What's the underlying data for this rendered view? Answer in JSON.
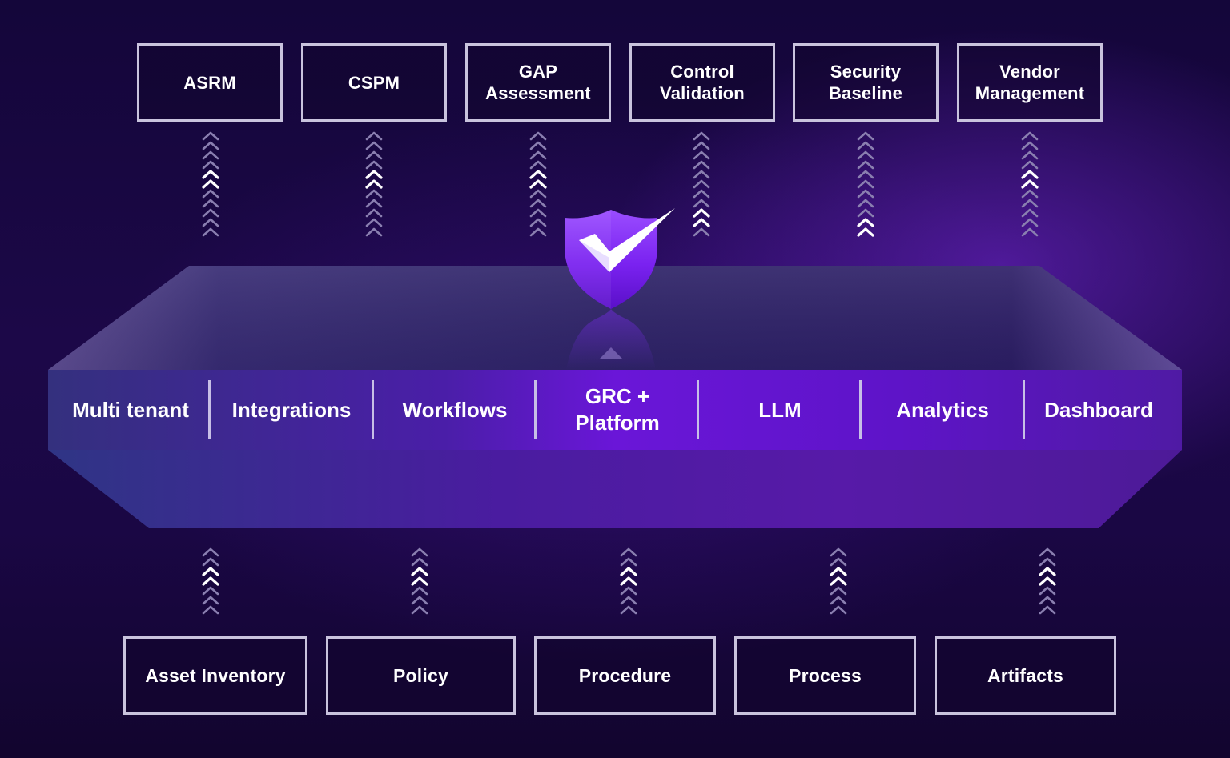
{
  "top_modules": [
    {
      "label": "ASRM"
    },
    {
      "label": "CSPM"
    },
    {
      "label": "GAP\nAssessment"
    },
    {
      "label": "Control\nValidation"
    },
    {
      "label": "Security\nBaseline"
    },
    {
      "label": "Vendor\nManagement"
    }
  ],
  "platform": {
    "items": [
      {
        "label": "Multi tenant"
      },
      {
        "label": "Integrations"
      },
      {
        "label": "Workflows"
      },
      {
        "label": "GRC +\nPlatform"
      },
      {
        "label": "LLM"
      },
      {
        "label": "Analytics"
      },
      {
        "label": "Dashboard"
      }
    ],
    "emblem_icon": "shield-check-icon"
  },
  "bottom_inputs": [
    {
      "label": "Asset Inventory"
    },
    {
      "label": "Policy"
    },
    {
      "label": "Procedure"
    },
    {
      "label": "Process"
    },
    {
      "label": "Artifacts"
    }
  ],
  "colors": {
    "background": "#170640",
    "accent": "#7b2ff7",
    "box_border": "#c9c3dd",
    "chevron_dim": "#8a7fb0",
    "chevron_bright": "#ffffff"
  },
  "icons": {
    "arrow": "chevron-up-icon",
    "shield": "shield-check-icon"
  }
}
